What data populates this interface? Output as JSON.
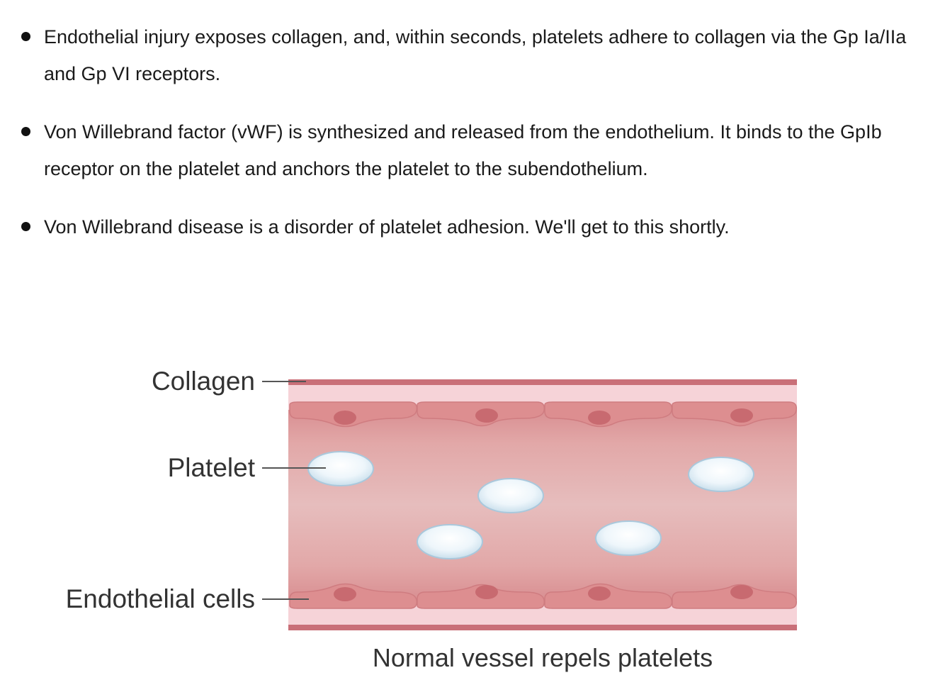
{
  "bullets": [
    "Endothelial injury exposes collagen, and, within seconds, platelets adhere to collagen via the Gp Ia/IIa and Gp VI receptors.",
    "Von Willebrand factor (vWF) is synthesized and released from the endothelium. It binds to the GpIb receptor on the platelet and anchors the platelet to the subendothelium.",
    "Von Willebrand disease is a disorder of platelet adhesion. We'll get to this shortly."
  ],
  "diagram": {
    "labels": {
      "collagen": "Collagen",
      "platelet": "Platelet",
      "endothelial": "Endothelial cells"
    },
    "caption": "Normal vessel repels platelets",
    "colors": {
      "collagen_band": "#c96f78",
      "vessel_wall": "#f6d3d8",
      "lumen": "#e5b3b3",
      "endothelial_cell": "#dd8e90",
      "nucleus": "#c86a70",
      "platelet": "#e9f3f9",
      "platelet_edge": "#b7d2e4"
    }
  }
}
